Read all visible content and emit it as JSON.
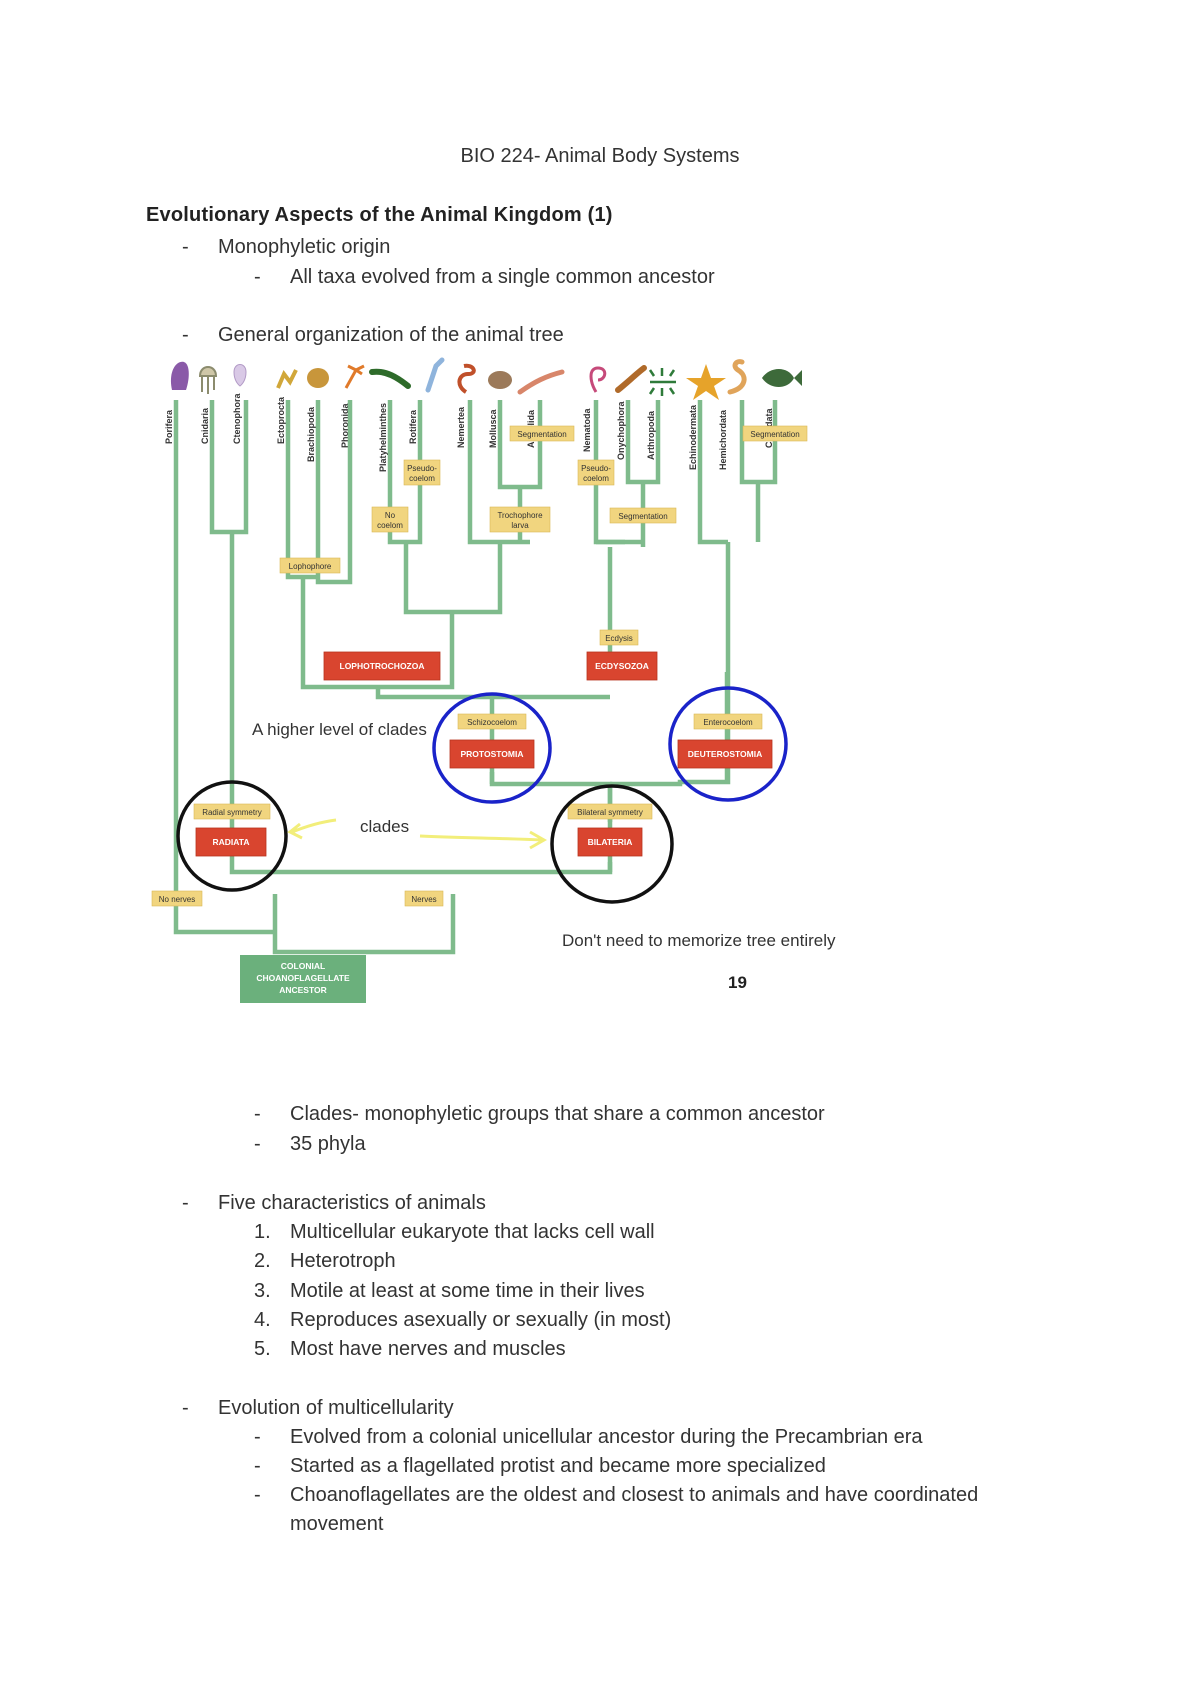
{
  "document": {
    "title": "BIO 224- Animal Body Systems",
    "heading": "Evolutionary Aspects of the Animal Kingdom (1)",
    "dash": "-",
    "bullets_top": [
      "Monophyletic origin",
      "All taxa evolved from a single common ancestor",
      "General organization of the animal tree"
    ],
    "bullets_after_tree": [
      "Clades- monophyletic groups that share a common ancestor",
      "35 phyla"
    ],
    "characteristics": {
      "heading": "Five characteristics of animals",
      "items": [
        {
          "num": "1.",
          "text": "Multicellular eukaryote that lacks cell wall"
        },
        {
          "num": "2.",
          "text": "Heterotroph"
        },
        {
          "num": "3.",
          "text": "Motile at least at some time in their lives"
        },
        {
          "num": "4.",
          "text": "Reproduces asexually or sexually (in most)"
        },
        {
          "num": "5.",
          "text": "Most have nerves and muscles"
        }
      ]
    },
    "multicellularity": {
      "heading": "Evolution of multicellularity",
      "items": [
        "Evolved from a colonial unicellular ancestor during the Precambrian era",
        "Started as a flagellated protist and became more specialized",
        "Choanoflagellates are the oldest and closest to animals and have coordinated",
        "movement"
      ]
    }
  },
  "tree": {
    "phyla": [
      "Porifera",
      "Cnidaria",
      "Ctenophora",
      "Ectoprocta",
      "Brachiopoda",
      "Phoronida",
      "Platyhelminthes",
      "Rotifera",
      "Nemertea",
      "Mollusca",
      "Annelida",
      "Nematoda",
      "Onychophora",
      "Arthropoda",
      "Echinodermata",
      "Hemichordata",
      "Chordata"
    ],
    "traits": {
      "segmentation_annelid": "Segmentation",
      "pseudocoelom_rotifer": "Pseudo-",
      "pseudocoelom_rotifer_2": "coelom",
      "no_coelom": "No",
      "no_coelom_2": "coelom",
      "trochophore": "Trochophore",
      "trochophore_2": "larva",
      "pseudocoelom_nematode": "Pseudo-",
      "pseudocoelom_nematode_2": "coelom",
      "segmentation_arthropod": "Segmentation",
      "segmentation_chordate": "Segmentation",
      "lophophore": "Lophophore",
      "ecdysis": "Ecdysis",
      "schizocoelom": "Schizocoelom",
      "enterocoelom": "Enterocoelom",
      "radial_symmetry": "Radial symmetry",
      "bilateral_symmetry": "Bilateral symmetry",
      "no_nerves": "No nerves",
      "nerves": "Nerves"
    },
    "clades": {
      "lophotrochozoa": "LOPHOTROCHOZOA",
      "ecdysozoa": "ECDYSOZOA",
      "protostomia": "PROTOSTOMIA",
      "deuterostomia": "DEUTEROSTOMIA",
      "radiata": "RADIATA",
      "bilateria": "BILATERIA"
    },
    "root": [
      "COLONIAL",
      "CHOANOFLAGELLATE",
      "ANCESTOR"
    ],
    "annotations": {
      "higher_level": "A higher level of clades",
      "clades": "clades",
      "memorize": "Don't need to memorize tree entirely",
      "slide_number": "19"
    },
    "colors": {
      "branch": "#7fbb8c",
      "trait": "#f1d57f",
      "clade": "#d9452f",
      "root": "#6bb07c",
      "circle_blue": "#1a23c9",
      "circle_black": "#111111",
      "arrow_yellow": "#f2ee7a"
    }
  }
}
